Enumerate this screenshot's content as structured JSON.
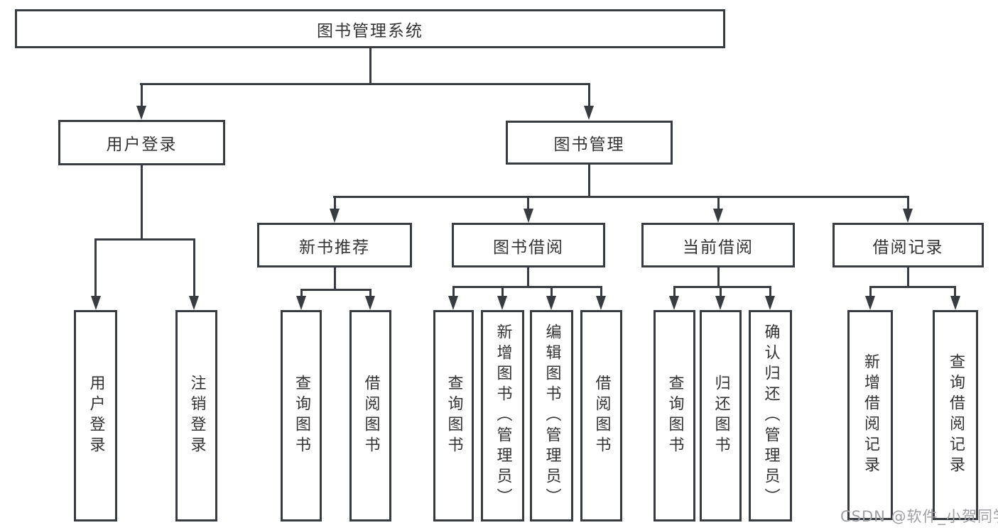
{
  "diagram": {
    "root": {
      "label": "图书管理系统"
    },
    "level1": [
      {
        "label": "用户登录"
      },
      {
        "label": "图书管理"
      }
    ],
    "level2": [
      {
        "label": "新书推荐"
      },
      {
        "label": "图书借阅"
      },
      {
        "label": "当前借阅"
      },
      {
        "label": "借阅记录"
      }
    ],
    "leaves": [
      {
        "label": "用户登录"
      },
      {
        "label": "注销登录"
      },
      {
        "label": "查询图书"
      },
      {
        "label": "借阅图书"
      },
      {
        "label": "查询图书"
      },
      {
        "label": "新增图书（管理员）"
      },
      {
        "label": "编辑图书（管理员）"
      },
      {
        "label": "借阅图书"
      },
      {
        "label": "查询图书"
      },
      {
        "label": "归还图书"
      },
      {
        "label": "确认归还（管理员）"
      },
      {
        "label": "新增借阅记录"
      },
      {
        "label": "查询借阅记录"
      }
    ],
    "watermark": "CSDN @软件_小贺同学",
    "colors": {
      "line": "#383b40",
      "text": "#333333",
      "watermark": "#9e9ea4",
      "background": "#ffffff"
    }
  }
}
